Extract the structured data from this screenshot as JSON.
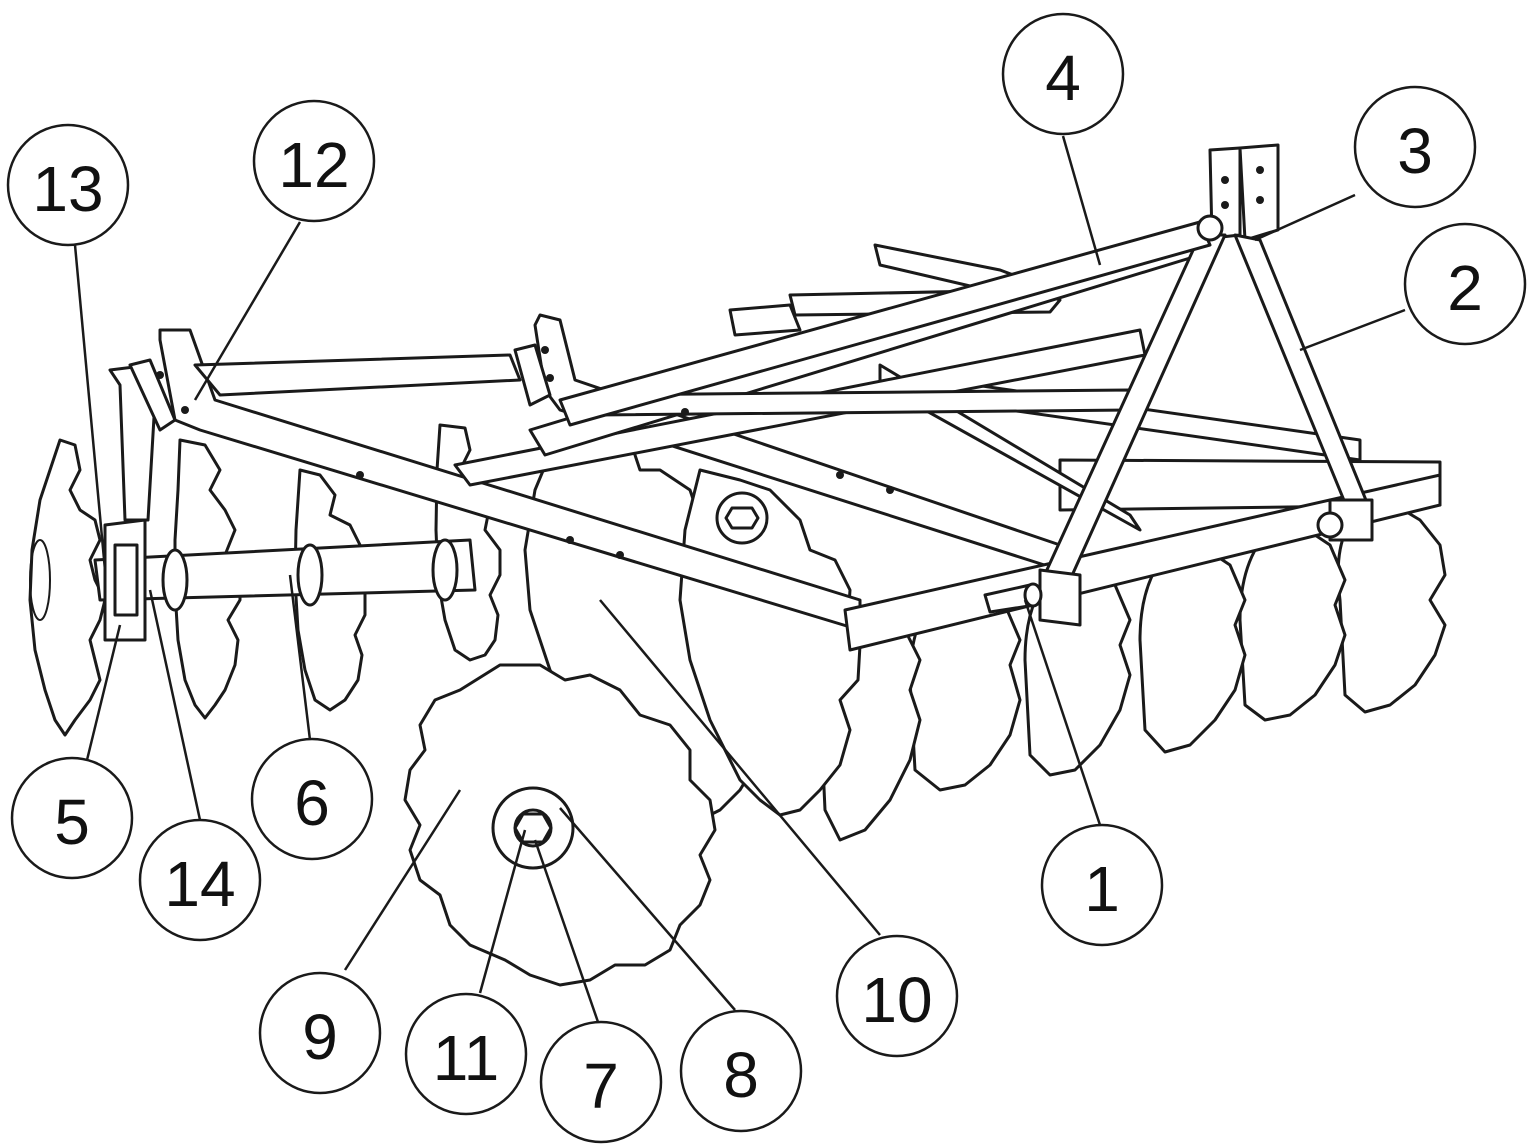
{
  "diagram": {
    "subject": "disc harrow",
    "callouts": [
      {
        "id": "c1",
        "label": "1"
      },
      {
        "id": "c2",
        "label": "2"
      },
      {
        "id": "c3",
        "label": "3"
      },
      {
        "id": "c4",
        "label": "4"
      },
      {
        "id": "c5",
        "label": "5"
      },
      {
        "id": "c6",
        "label": "6"
      },
      {
        "id": "c7",
        "label": "7"
      },
      {
        "id": "c8",
        "label": "8"
      },
      {
        "id": "c9",
        "label": "9"
      },
      {
        "id": "c10",
        "label": "10"
      },
      {
        "id": "c11",
        "label": "11"
      },
      {
        "id": "c12",
        "label": "12"
      },
      {
        "id": "c13",
        "label": "13"
      },
      {
        "id": "c14",
        "label": "14"
      }
    ]
  },
  "colors": {
    "line": "#1a1a1a",
    "background": "#ffffff"
  }
}
